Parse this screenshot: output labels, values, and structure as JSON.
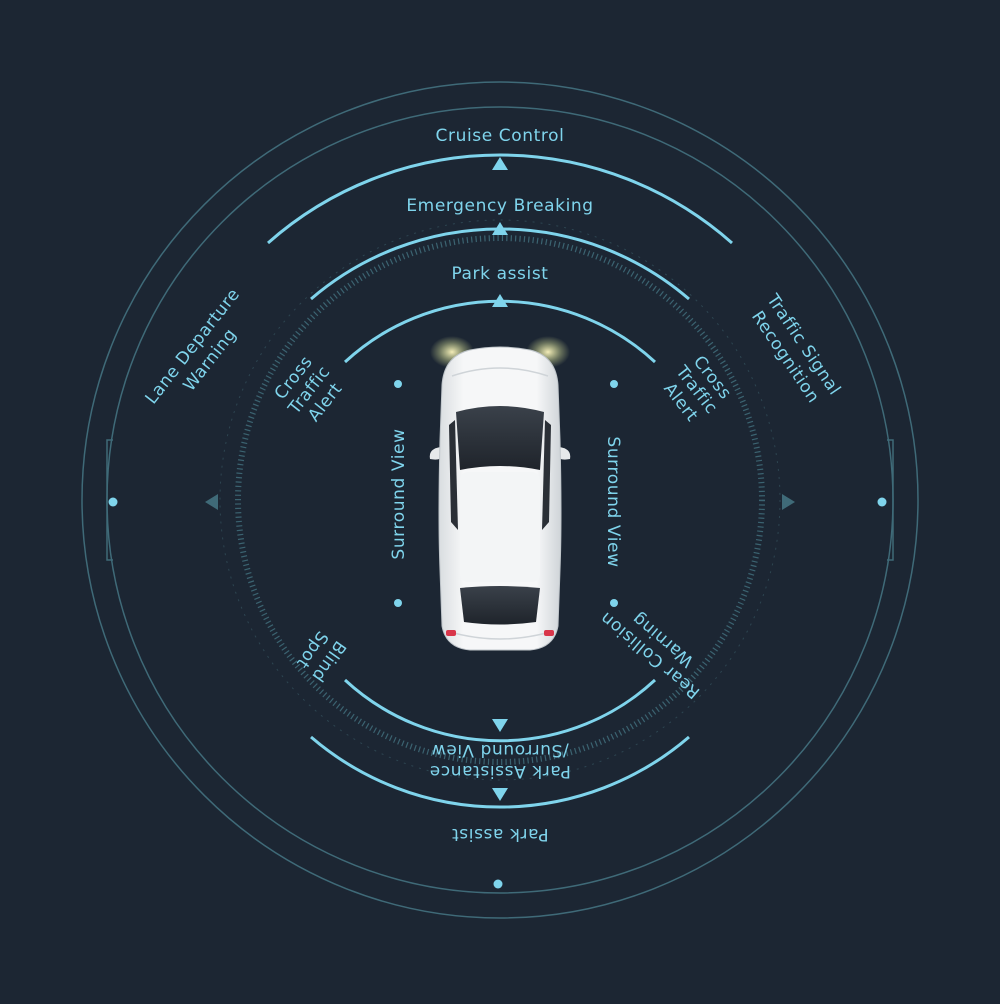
{
  "colors": {
    "background": "#1c2633",
    "accent": "#7fd4ec",
    "ring_dim": "#3f6a78",
    "car_body": "#f2f4f5",
    "glass": "#2a2f36"
  },
  "labels": {
    "cruise_control": "Cruise Control",
    "emergency_breaking": "Emergency Breaking",
    "park_assist_front": "Park assist",
    "cross_traffic_left": [
      "Cross",
      "Traffic",
      "Alert"
    ],
    "cross_traffic_right": [
      "Cross",
      "Traffic",
      "Alert"
    ],
    "surround_view_left": "Surround View",
    "surround_view_right": "Surround View",
    "lane_departure": [
      "Lane Departure",
      "Warning"
    ],
    "traffic_signal": [
      "Traffic Signal",
      "Recognition"
    ],
    "blind_spot": [
      "Blind",
      "Spot"
    ],
    "rear_collision": [
      "Rear Collision",
      "Warning"
    ],
    "park_assistance_surround": [
      "Park Assistance",
      "/Surround View"
    ],
    "park_assist_rear": "Park assist"
  },
  "icons": {
    "car": "car-top-view-icon",
    "arrow": "triangle-arrow-icon",
    "dot": "indicator-dot-icon"
  }
}
